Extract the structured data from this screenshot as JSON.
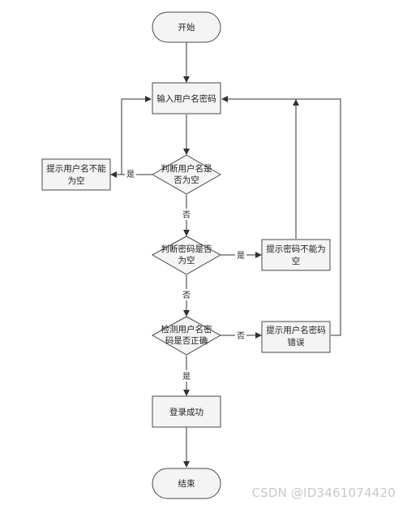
{
  "nodes": {
    "start": "开始",
    "input": "输入用户名密码",
    "check_user_empty": [
      "判断用户名是",
      "否为空"
    ],
    "prompt_user_empty": [
      "提示用户名不能",
      "为空"
    ],
    "check_pwd_empty": [
      "判断密码是否",
      "为空"
    ],
    "prompt_pwd_empty": [
      "提示密码不能为",
      "空"
    ],
    "check_correct": [
      "检测用户名密",
      "码是否正确"
    ],
    "prompt_wrong": [
      "提示用户名密码",
      "错误"
    ],
    "success": "登录成功",
    "end": "结束"
  },
  "edge_labels": {
    "user_empty_yes": "是",
    "user_empty_no": "否",
    "pwd_empty_yes": "是",
    "pwd_empty_no": "否",
    "correct_no": "否",
    "correct_yes": "是"
  },
  "watermark": "CSDN @ID3461074420"
}
